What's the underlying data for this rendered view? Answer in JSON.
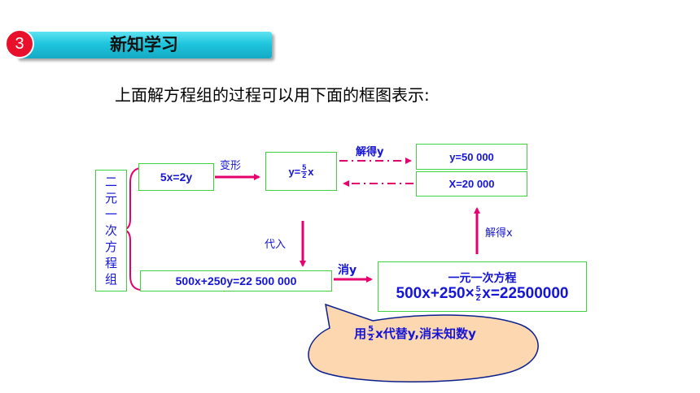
{
  "header": {
    "step_number": "3",
    "title": "新知学习"
  },
  "intro_text": "上面解方程组的过程可以用下面的框图表示:",
  "diagram": {
    "system_label_chars": [
      "二",
      "元",
      "一",
      "次",
      "方",
      "程",
      "组"
    ],
    "eq1": "5x=2y",
    "eq2": "500x+250y=22 500 000",
    "transform_label": "变形",
    "substituted_eq": {
      "prefix": "y=",
      "num": "5",
      "den": "2",
      "suffix": "x"
    },
    "substitute_label": "代入",
    "eliminate_label": "消y",
    "linear_eq_title": "一元一次方程",
    "linear_eq": {
      "prefix": "500x+250×",
      "num": "5",
      "den": "2",
      "suffix": "x=22500000"
    },
    "solve_x_label": "解得x",
    "x_result": "X=20 000",
    "solve_y_label": "解得y",
    "y_result": "y=50 000",
    "bubble": {
      "prefix": "用",
      "num": "5",
      "den": "2",
      "suffix": "x代替y,消未知数y"
    }
  },
  "colors": {
    "arrow": "#e6006e",
    "box_border": "#3fd23f",
    "text_blue": "#1515d6",
    "bubble_fill": "#fcd7b0",
    "title_bar": "#1ec6de",
    "badge": "#e8102a"
  }
}
